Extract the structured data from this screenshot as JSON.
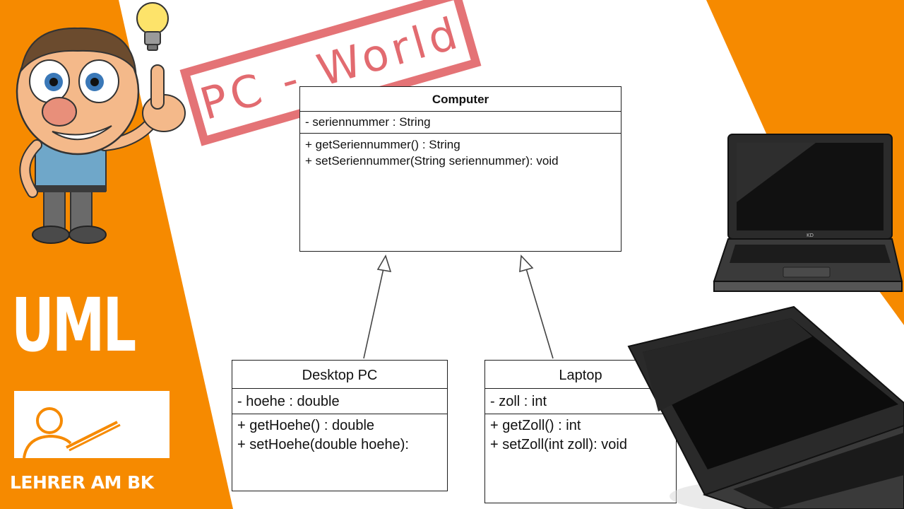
{
  "stamp": {
    "text": "PC - World"
  },
  "diagram": {
    "classes": [
      {
        "name": "Computer",
        "attributes": [
          "- seriennummer : String"
        ],
        "methods": [
          "+ getSeriennummer() : String",
          "+ setSeriennummer(String seriennummer): void"
        ]
      },
      {
        "name": "Desktop PC",
        "attributes": [
          "- hoehe : double"
        ],
        "methods": [
          "+ getHoehe() : double",
          "+ setHoehe(double hoehe):"
        ]
      },
      {
        "name": "Laptop",
        "attributes": [
          "- zoll : int"
        ],
        "methods": [
          "+ getZoll() : int",
          "+ setZoll(int zoll): void"
        ]
      }
    ],
    "relations": [
      {
        "type": "generalization",
        "from": "Desktop PC",
        "to": "Computer"
      },
      {
        "type": "generalization",
        "from": "Laptop",
        "to": "Computer"
      }
    ]
  },
  "branding": {
    "title": "UML",
    "logo_text": "LEHRER AM BK",
    "laptop_small_label": "KD"
  },
  "colors": {
    "orange": "#f68a00",
    "stamp_red": "#dc4b50",
    "line": "#1e1e1e",
    "laptop_dark": "#2b2b2b"
  },
  "icons": [
    "teacher-mascot",
    "light-bulb-icon",
    "teacher-pointer-logo-icon",
    "laptop-icon"
  ]
}
